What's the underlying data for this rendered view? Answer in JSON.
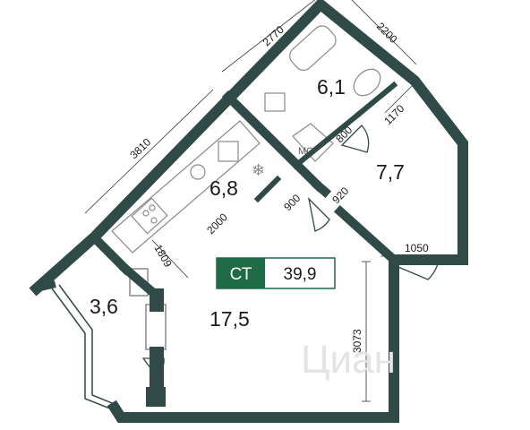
{
  "plan": {
    "colors": {
      "wall": "#2f4a47",
      "accent": "#1e6b45",
      "fixture": "#8a8a8a",
      "dim_line": "#333333"
    },
    "badge": {
      "type": "СТ",
      "total_area": "39,9"
    },
    "rooms": {
      "bathroom": "6,1",
      "bedroom": "7,7",
      "kitchen": "6,8",
      "balcony": "3,6",
      "living": "17,5"
    },
    "fixtures": {
      "shower_label": "МС"
    },
    "dimensions": {
      "d2770": "2770",
      "d2200": "2200",
      "d3810": "3810",
      "d1170": "1170",
      "d800": "800",
      "d920": "920",
      "d900": "900",
      "d2000": "2000",
      "d1809": "1809",
      "d1050": "1050",
      "d3073": "3073"
    },
    "watermark": "Циан"
  }
}
